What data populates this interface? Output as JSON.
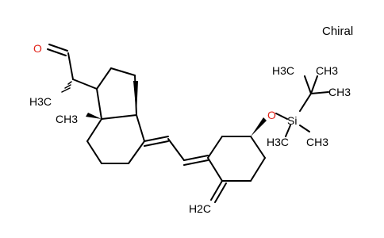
{
  "chiral_label": "Chiral",
  "atoms": {
    "aldehyde_o": "O",
    "methyl_left": "H3C",
    "methyl_ring": "CH3",
    "ether_o": "O",
    "silicon": "Si",
    "tbu_h3c": "H3C",
    "tbu_ch3_right": "CH3",
    "tbu_ch3_upper": "CH3",
    "si_h3c": "H3C",
    "si_ch3": "CH3",
    "methylene": "H2C"
  },
  "colors": {
    "bond": "#000000",
    "oxygen": "#e2231a",
    "text": "#000000"
  }
}
